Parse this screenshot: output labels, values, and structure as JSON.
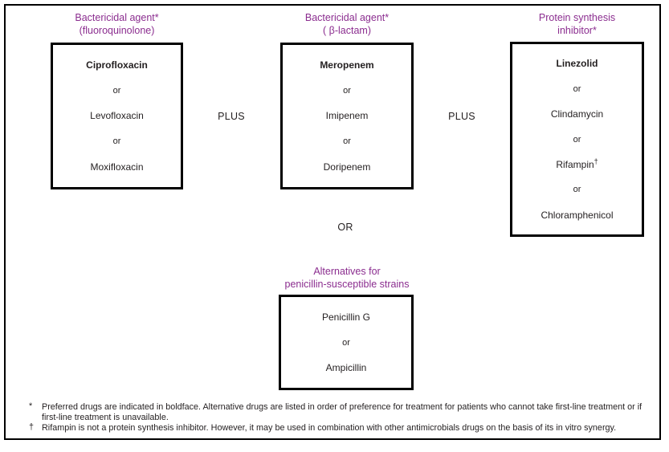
{
  "figure": {
    "accent_color": "#8B2D8F",
    "ink_color": "#231f20",
    "groups": [
      {
        "header_line1": "Bactericidal agent*",
        "header_line2": "(fluoroquinolone)",
        "items": [
          {
            "text": "Ciprofloxacin",
            "bold": true
          },
          {
            "text": "or",
            "sep": true
          },
          {
            "text": "Levofloxacin"
          },
          {
            "text": "or",
            "sep": true
          },
          {
            "text": "Moxifloxacin"
          }
        ]
      },
      {
        "header_line1": "Bactericidal agent*",
        "header_line2": "( β-lactam)",
        "items": [
          {
            "text": "Meropenem",
            "bold": true
          },
          {
            "text": "or",
            "sep": true
          },
          {
            "text": "Imipenem"
          },
          {
            "text": "or",
            "sep": true
          },
          {
            "text": "Doripenem"
          }
        ]
      },
      {
        "header_line1": "Protein synthesis",
        "header_line2": "inhibitor*",
        "items": [
          {
            "text": "Linezolid",
            "bold": true
          },
          {
            "text": "or",
            "sep": true
          },
          {
            "text": "Clindamycin"
          },
          {
            "text": "or",
            "sep": true
          },
          {
            "text": "Rifampin",
            "sup": "†"
          },
          {
            "text": "or",
            "sep": true
          },
          {
            "text": "Chloramphenicol"
          }
        ]
      },
      {
        "header_line1": "Alternatives for",
        "header_line2": "penicillin-susceptible strains",
        "items": [
          {
            "text": "Penicillin G"
          },
          {
            "text": "or",
            "sep": true
          },
          {
            "text": "Ampicillin"
          }
        ]
      }
    ],
    "connectors": {
      "plus1": "PLUS",
      "plus2": "PLUS",
      "or": "OR"
    },
    "footnotes": [
      {
        "marker": "*",
        "text": "Preferred drugs are indicated in boldface. Alternative drugs are listed in order of preference for treatment for patients who cannot take first-line treatment or if first-line treatment is unavailable."
      },
      {
        "marker": "†",
        "text": "Rifampin is not a protein synthesis inhibitor. However, it may be used in combination with other antimicrobials drugs on the basis of its in vitro synergy."
      }
    ]
  }
}
